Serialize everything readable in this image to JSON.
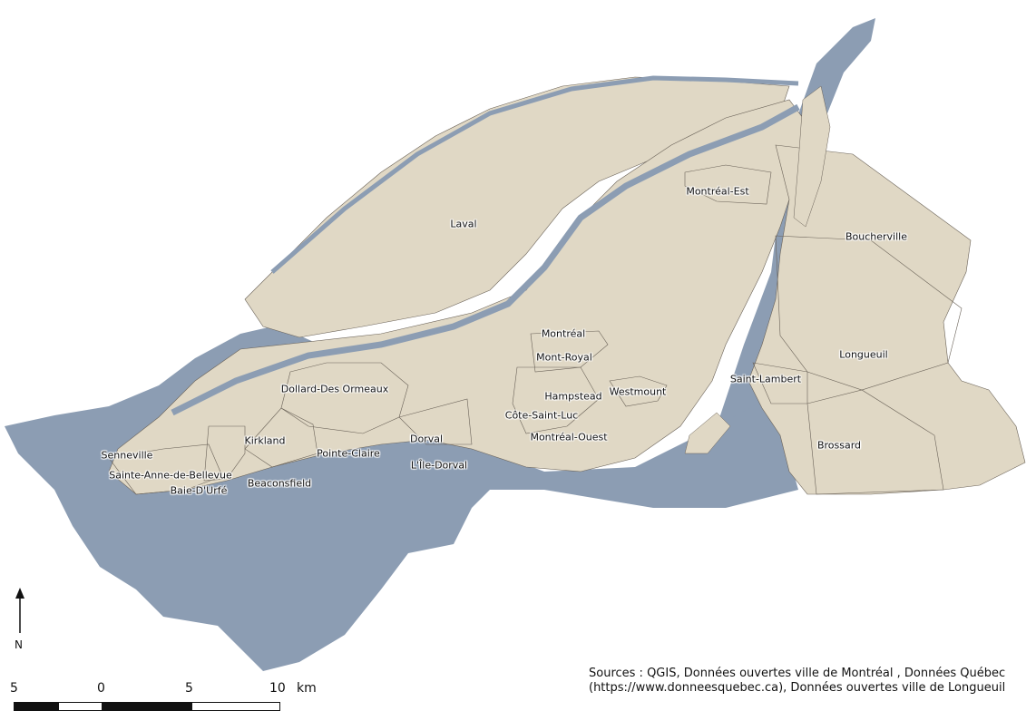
{
  "colors": {
    "land": "#e0d8c5",
    "water": "#8c9db3",
    "boundary": "#6a6258",
    "ink": "#111111"
  },
  "labels": {
    "laval": "Laval",
    "montreal_est": "Montréal-Est",
    "boucherville": "Boucherville",
    "montreal": "Montréal",
    "mont_royal": "Mont-Royal",
    "hampstead": "Hampstead",
    "westmount": "Westmount",
    "cote_saint_luc": "Côte-Saint-Luc",
    "montreal_ouest": "Montréal-Ouest",
    "saint_lambert": "Saint-Lambert",
    "longueuil": "Longueuil",
    "brossard": "Brossard",
    "dollard": "Dollard-Des Ormeaux",
    "kirkland": "Kirkland",
    "pointe_claire": "Pointe-Claire",
    "dorval": "Dorval",
    "ile_dorval": "L'Île-Dorval",
    "beaconsfield": "Beaconsfield",
    "senneville": "Senneville",
    "sainte_anne": "Sainte-Anne-de-Bellevue",
    "baie_durfe": "Baie-D'Urfé"
  },
  "north_arrow": {
    "label": "N"
  },
  "scale_bar": {
    "ticks": [
      "5",
      "0",
      "5",
      "10"
    ],
    "unit": "km"
  },
  "sources": {
    "line1": "Sources : QGIS, Données ouvertes ville de Montréal ,  Données Québec",
    "line2": "(https://www.donneesquebec.ca),  Données ouvertes ville de Longueuil"
  }
}
